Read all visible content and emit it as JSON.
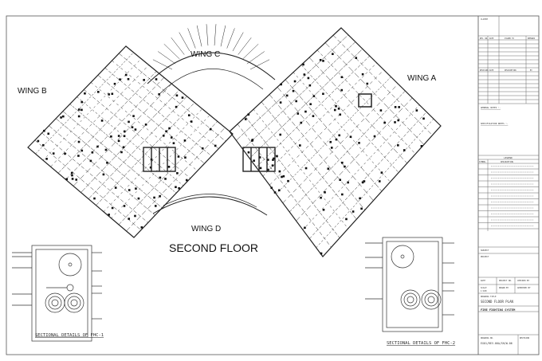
{
  "plan": {
    "wing_a": "WING A",
    "wing_b": "WING B",
    "wing_c": "WING C",
    "wing_d": "WING D",
    "floor_title": "SECOND FLOOR"
  },
  "details": {
    "left_title": "SECTIONAL DETAILS OF FHC-1",
    "right_title": "SECTIONAL DETAILS OF FHC-2"
  },
  "title_block": {
    "client": "CLIENT",
    "revisions_headers": [
      "REV. NO.",
      "DATE",
      "ISSUED TO",
      "REMARKS"
    ],
    "revision_headers2": [
      "REVISION",
      "DATE",
      "DESCRIPTION",
      "BY"
    ],
    "general_notes": "GENERAL NOTES :-",
    "spec_notes": "SPECIFICATION NOTES :-",
    "legend_title": "LEGEND",
    "legend_headers": [
      "SYMBOL",
      "DESCRIPTION"
    ],
    "subject": "SUBJECT",
    "project": "PROJECT",
    "date": "DATE",
    "project_no": "PROJECT NO.",
    "checked_by": "CHECKED BY",
    "scale": "SCALE",
    "scale_value": "1:100",
    "drawn_by": "DRAWN BY",
    "approved_by": "APPROVED BY",
    "drawing_title_label": "DRAWING TITLE",
    "drawing_title": "SECOND FLOOR PLAN",
    "system": "FIRE FIGHTING SYSTEM",
    "drawing_no_label": "DRAWING NO.",
    "drawing_no": "EX01/REV-00A/SH/W-06",
    "revision": "REVISION"
  }
}
